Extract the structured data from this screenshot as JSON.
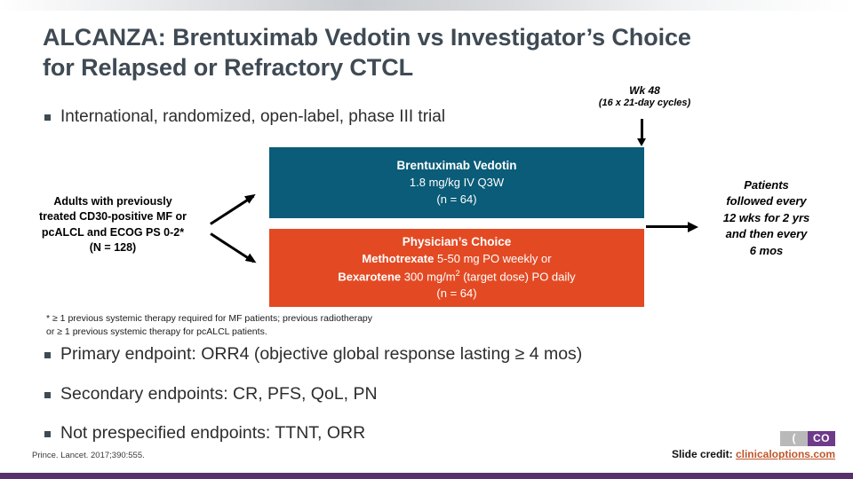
{
  "slide": {
    "title_line1": "ALCANZA: Brentuximab Vedotin vs Investigator’s Choice",
    "title_line2": "for Relapsed or Refractory CTCL",
    "design_bullet": "International, randomized, open-label, phase III trial"
  },
  "duration_note": {
    "line1": "Wk 48",
    "line2": "(16 x 21-day cycles)"
  },
  "eligibility": {
    "line1": "Adults with previously",
    "line2": "treated CD30-positive MF or",
    "line3": "pcALCL and ECOG PS 0-2*",
    "line4": "(N = 128)"
  },
  "arms": [
    {
      "name": "Brentuximab Vedotin",
      "dose": "1.8 mg/kg IV Q3W",
      "n": "(n = 64)",
      "color": "#0a5c78"
    },
    {
      "name": "Physician’s Choice",
      "drug1_name": "Methotrexate",
      "drug1_dose": "5-50 mg PO weekly or",
      "drug2_name": "Bexarotene",
      "drug2_dose_pre": "300 mg/m",
      "drug2_dose_sup": "2",
      "drug2_dose_post": " (target dose) PO daily",
      "n": "(n = 64)",
      "color": "#e34a23"
    }
  ],
  "followup": {
    "line1": "Patients",
    "line2": "followed every",
    "line3": "12 wks for 2 yrs",
    "line4": "and then every",
    "line5": "6 mos"
  },
  "footnote": {
    "line1": "* ≥ 1 previous systemic therapy required for MF patients; previous radiotherapy",
    "line2": "or ≥ 1 previous systemic therapy for pcALCL patients."
  },
  "endpoints": [
    "Primary endpoint: ORR4 (objective global response lasting ≥ 4 mos)",
    "Secondary endpoints: CR, PFS, QoL, PN",
    "Not prespecified endpoints: TTNT, ORR"
  ],
  "footer": {
    "citation": "Prince. Lancet. 2017;390:555.",
    "credit_label": "Slide credit: ",
    "credit_link": "clinicaloptions.com",
    "logo_left": "(",
    "logo_right": "CO"
  },
  "colors": {
    "title": "#3f4a54",
    "arm_a": "#0a5c78",
    "arm_b": "#e34a23",
    "footer_bar": "#58306b",
    "link": "#c0562a"
  }
}
